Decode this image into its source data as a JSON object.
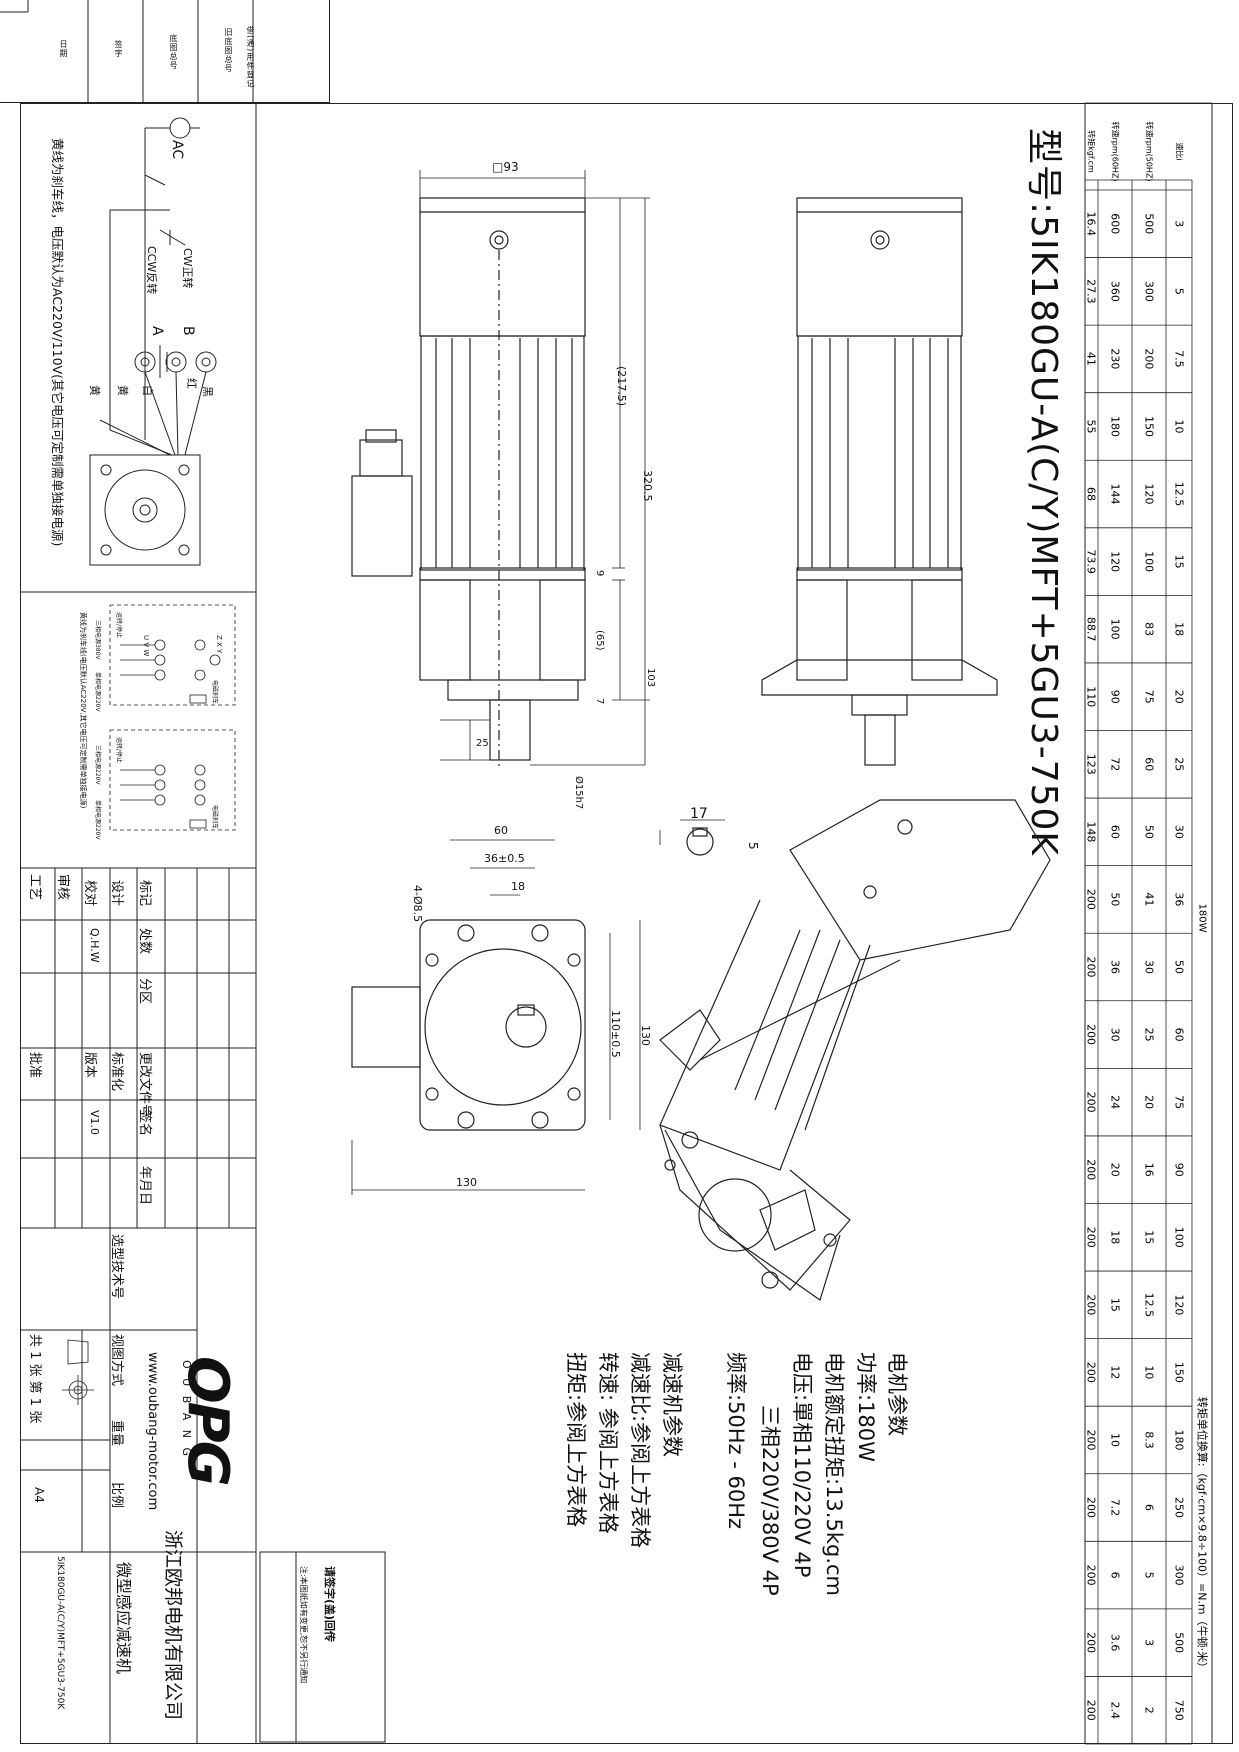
{
  "stamp": {
    "cells": [
      "日期",
      "签字",
      "底图总号",
      "旧底图总号",
      "借(通)用件登记"
    ]
  },
  "model": {
    "label": "型号:5IK180GU-A(C/Y)MFT+5GU3-750K"
  },
  "speed_table": {
    "power_header": "180W",
    "torque_unit_note": "转矩单位换算:（kgf·cm×9.8÷100）=N.m（牛顿·米）",
    "row_labels": [
      "速比i",
      "转速rpm(50HZ)",
      "转速rpm(60HZ)",
      "转矩kgf.cm"
    ],
    "columns": [
      {
        "ratio": "3",
        "rpm50": "500",
        "rpm60": "600",
        "torque": "16.4"
      },
      {
        "ratio": "5",
        "rpm50": "300",
        "rpm60": "360",
        "torque": "27.3"
      },
      {
        "ratio": "7.5",
        "rpm50": "200",
        "rpm60": "230",
        "torque": "41"
      },
      {
        "ratio": "10",
        "rpm50": "150",
        "rpm60": "180",
        "torque": "55"
      },
      {
        "ratio": "12.5",
        "rpm50": "120",
        "rpm60": "144",
        "torque": "68"
      },
      {
        "ratio": "15",
        "rpm50": "100",
        "rpm60": "120",
        "torque": "73.9"
      },
      {
        "ratio": "18",
        "rpm50": "83",
        "rpm60": "100",
        "torque": "88.7"
      },
      {
        "ratio": "20",
        "rpm50": "75",
        "rpm60": "90",
        "torque": "110"
      },
      {
        "ratio": "25",
        "rpm50": "60",
        "rpm60": "72",
        "torque": "123"
      },
      {
        "ratio": "30",
        "rpm50": "50",
        "rpm60": "60",
        "torque": "148"
      },
      {
        "ratio": "36",
        "rpm50": "41",
        "rpm60": "50",
        "torque": "200"
      },
      {
        "ratio": "50",
        "rpm50": "30",
        "rpm60": "36",
        "torque": "200"
      },
      {
        "ratio": "60",
        "rpm50": "25",
        "rpm60": "30",
        "torque": "200"
      },
      {
        "ratio": "75",
        "rpm50": "20",
        "rpm60": "24",
        "torque": "200"
      },
      {
        "ratio": "90",
        "rpm50": "16",
        "rpm60": "20",
        "torque": "200"
      },
      {
        "ratio": "100",
        "rpm50": "15",
        "rpm60": "18",
        "torque": "200"
      },
      {
        "ratio": "120",
        "rpm50": "12.5",
        "rpm60": "15",
        "torque": "200"
      },
      {
        "ratio": "150",
        "rpm50": "10",
        "rpm60": "12",
        "torque": "200"
      },
      {
        "ratio": "180",
        "rpm50": "8.3",
        "rpm60": "10",
        "torque": "200"
      },
      {
        "ratio": "250",
        "rpm50": "6",
        "rpm60": "7.2",
        "torque": "200"
      },
      {
        "ratio": "300",
        "rpm50": "5",
        "rpm60": "6",
        "torque": "200"
      },
      {
        "ratio": "500",
        "rpm50": "3",
        "rpm60": "3.6",
        "torque": "200"
      },
      {
        "ratio": "750",
        "rpm50": "2",
        "rpm60": "2.4",
        "torque": "200"
      }
    ]
  },
  "dimensions": {
    "square": "□93",
    "d217": "(217.5)",
    "d320": "320.5",
    "d9": "9",
    "d65": "(65)",
    "d103": "103",
    "d7": "7",
    "d25": "25",
    "shaft": "Ø15h7",
    "key17": "17",
    "key5": "5",
    "d60": "60",
    "d36": "36±0.5",
    "d18": "18",
    "holes": "4-Ø8.5",
    "d110": "110±0.5",
    "d130v": "130",
    "d130h": "130"
  },
  "wiring": {
    "ac": "AC",
    "cw": "CW正转",
    "ccw": "CCW反转",
    "b": "B",
    "a": "A",
    "black": "黑",
    "red": "红",
    "white": "白",
    "yellow1": "黄",
    "yellow2": "黄",
    "note": "黄线为刹车线，电压默认为AC220V/110V(其它电压可定制需单独接电源)"
  },
  "three_phase": {
    "label1": "运转/停止",
    "label2": "运转/停止",
    "zxy": "Z X Y",
    "uvw": "U V W",
    "brake": "电磁刹车",
    "brake2": "电磁刹车",
    "p380": "三相电源380V",
    "p220a": "单相电源220V",
    "p220b": "三相电源220V",
    "p220c": "单相电源220V",
    "note": "黄线为刹车线(电压默认AC220V,其它电压可定制需单独接电源)"
  },
  "params": {
    "title": "电机参数",
    "power": "功率:180W",
    "rated_torque": "电机额定扭矩:13.5kg.cm",
    "voltage": "电压:單相110/220V 4P",
    "voltage3": "三相220V/380V 4P",
    "freq": "频率:50Hz - 60Hz",
    "reducer_title": "减速机参数",
    "ratio": "减速比:参阅上方表格",
    "speed": "转速: 参阅上方表格",
    "torque": "扭矩:参阅上方表格"
  },
  "titleblock": {
    "biaoji": "标记",
    "chushu": "处数",
    "fenqu": "分区",
    "gengai": "更改文件号",
    "qianming": "签名",
    "nianyueri": "年月日",
    "sheji": "设计",
    "biaozhunhua": "标准化",
    "jiaodui": "校对",
    "jiaodui_name": "Q.H.W",
    "banben": "版本",
    "banben_val": "V1.0",
    "shenhe": "审核",
    "gongyi": "工艺",
    "pizhun": "批准",
    "xuanxing": "选型技术号",
    "brand": "OPG",
    "brand_sub": "O U B A N G",
    "website": "www.oubang-motor.com",
    "company": "浙江欧邦电机有限公司",
    "product": "微型感应减速机",
    "model_small": "5IK180GU-A(C/Y)MFT+5GU3-750K",
    "view_method": "视图方式",
    "weight": "重量",
    "scale": "比例",
    "sheets": "共 1 张 第 1 张",
    "paper": "A4",
    "notice_title": "请签字(盖)回传",
    "notice_body": "注:本图纸如有变更,恕不另行通知"
  }
}
